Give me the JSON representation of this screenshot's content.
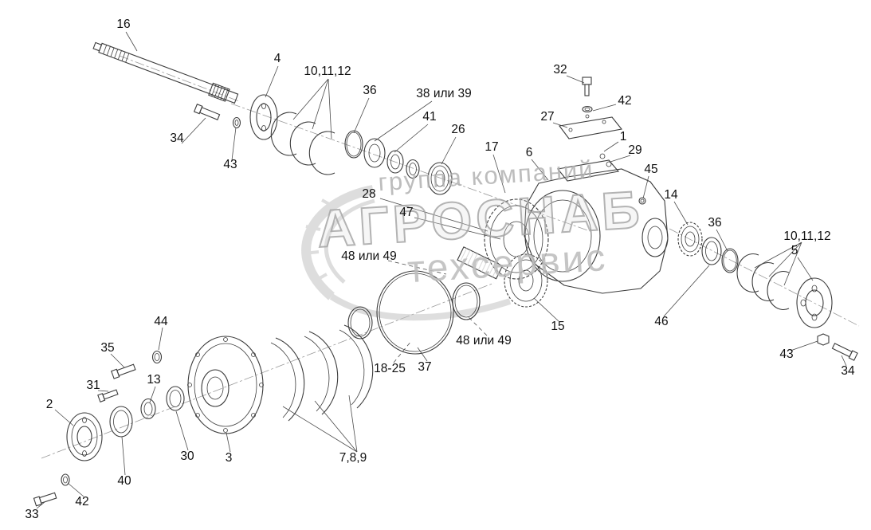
{
  "watermark": {
    "line1": "группа компаний",
    "line2": "АГРОСНАБ",
    "line3": "техсервис"
  },
  "colors": {
    "linework": "#3c3c3c",
    "label_text": "#101010",
    "watermark_gray": "#b2b2b2"
  },
  "labels": [
    {
      "text": "16"
    },
    {
      "text": "4"
    },
    {
      "text": "10,11,12"
    },
    {
      "text": "36"
    },
    {
      "text": "38 или 39"
    },
    {
      "text": "41"
    },
    {
      "text": "26"
    },
    {
      "text": "32"
    },
    {
      "text": "42"
    },
    {
      "text": "27"
    },
    {
      "text": "1"
    },
    {
      "text": "17"
    },
    {
      "text": "6"
    },
    {
      "text": "29"
    },
    {
      "text": "45"
    },
    {
      "text": "14"
    },
    {
      "text": "36"
    },
    {
      "text": "10,11,12"
    },
    {
      "text": "5"
    },
    {
      "text": "28"
    },
    {
      "text": "47"
    },
    {
      "text": "48 или 49"
    },
    {
      "text": "34"
    },
    {
      "text": "43"
    },
    {
      "text": "15"
    },
    {
      "text": "46"
    },
    {
      "text": "43"
    },
    {
      "text": "34"
    },
    {
      "text": "44"
    },
    {
      "text": "35"
    },
    {
      "text": "31"
    },
    {
      "text": "13"
    },
    {
      "text": "2"
    },
    {
      "text": "30"
    },
    {
      "text": "3"
    },
    {
      "text": "40"
    },
    {
      "text": "42"
    },
    {
      "text": "33"
    },
    {
      "text": "7,8,9"
    },
    {
      "text": "18-25"
    },
    {
      "text": "37"
    },
    {
      "text": "48 или 49"
    }
  ]
}
